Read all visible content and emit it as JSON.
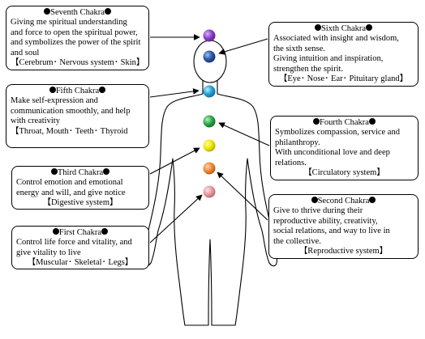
{
  "chakras": [
    {
      "id": "seventh",
      "title": "Seventh Chakra",
      "lines": [
        "Giving me spiritual understanding",
        "and force to open the spiritual power,",
        "and symbolizes the power of the spirit",
        "and soul"
      ],
      "organs": "【Cerebrum･ Nervous system･ Skin】",
      "color": "#8b3fc9"
    },
    {
      "id": "sixth",
      "title": "Sixth Chakra",
      "lines": [
        "Associated with insight and wisdom,",
        "the sixth sense.",
        "Giving intuition and inspiration,",
        "strengthen the spirit."
      ],
      "organs": "【Eye･ Nose･ Ear･ Pituitary gland】",
      "color": "#2c57a8"
    },
    {
      "id": "fifth",
      "title": "Fifth Chakra",
      "lines": [
        "Make self-expression and",
        "communication smoothly, and help",
        "with creativity"
      ],
      "organs": "【Throat, Mouth･ Teeth･ Thyroid",
      "color": "#20a2d8"
    },
    {
      "id": "fourth",
      "title": "Fourth Chakra",
      "lines": [
        "Symbolizes compassion, service and",
        "philanthropy.",
        "With unconditional love and deep",
        "relations."
      ],
      "organs": "【Circulatory system】",
      "color": "#2aa84a"
    },
    {
      "id": "third",
      "title": "Third Chakra",
      "lines": [
        "Control emotion and emotional",
        "energy and will, and give notice"
      ],
      "organs": "【Digestive system】",
      "color": "#f2e600"
    },
    {
      "id": "second",
      "title": "Second Chakra",
      "lines": [
        "Give to thrive during their",
        "reproductive ability, creativity,",
        "social relations, and way to live in",
        "the collective."
      ],
      "organs": "【Reproductive system】",
      "color": "#f08a35"
    },
    {
      "id": "first",
      "title": "First Chakra",
      "lines": [
        "Control  life force and vitality, and",
        "give vitality to live"
      ],
      "organs": "【Muscular･ Skeletal･ Legs】",
      "color": "#e79aa0"
    }
  ]
}
